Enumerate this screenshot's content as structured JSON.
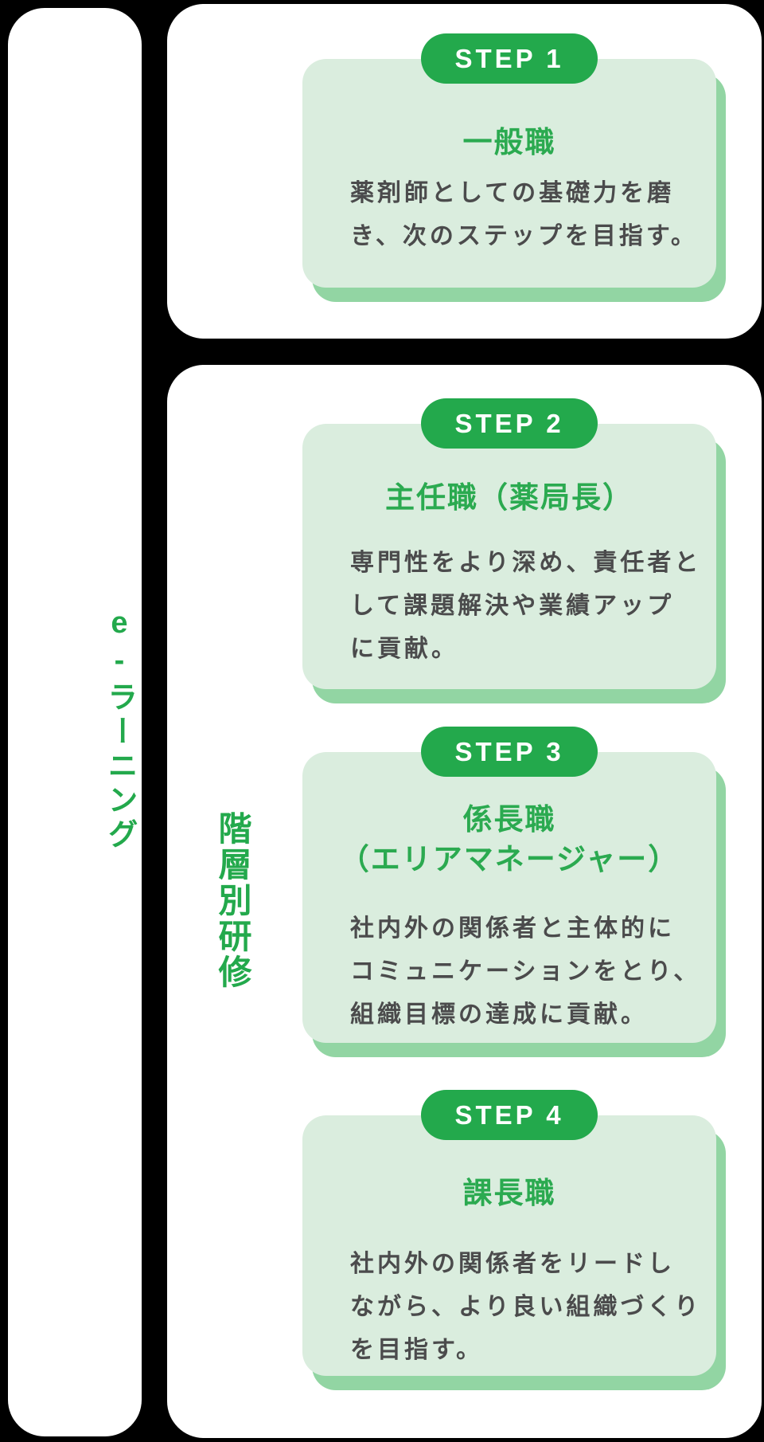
{
  "colors": {
    "background": "#000000",
    "panel_bg": "#FFFFFF",
    "brand_green": "#23A94C",
    "title_green": "#2BAA50",
    "card_bg": "#DAEDDE",
    "card_shadow": "#92D5A3",
    "body_text": "#4B4B4C"
  },
  "sidebar": {
    "vertical_label_prefix": "e-",
    "vertical_label_suffix": "ラーニング"
  },
  "training_panel": {
    "vertical_label": "階層別研修"
  },
  "steps": [
    {
      "badge": "STEP 1",
      "title": "一般職",
      "body": "薬剤師としての基礎力を磨\nき、次のステップを目指す。"
    },
    {
      "badge": "STEP 2",
      "title": "主任職（薬局長）",
      "body": "専門性をより深め、責任者と\nして課題解決や業績アップ\nに貢献。"
    },
    {
      "badge": "STEP 3",
      "title": "係長職\n（エリアマネージャー）",
      "body": "社内外の関係者と主体的に\nコミュニケーションをとり、\n組織目標の達成に貢献。"
    },
    {
      "badge": "STEP 4",
      "title": "課長職",
      "body": "社内外の関係者をリードし\nながら、より良い組織づくり\nを目指す。"
    }
  ]
}
